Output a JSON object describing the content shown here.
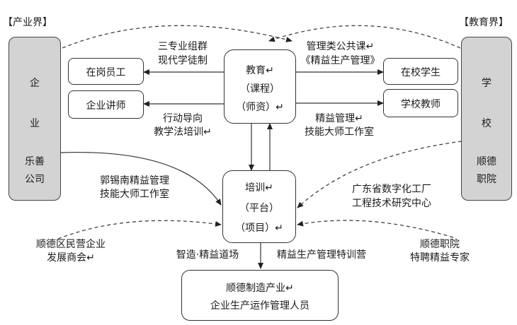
{
  "left_sector": {
    "label": "【产业界】",
    "org_line1": "企",
    "org_line2": "业",
    "org_line3": "乐善",
    "org_line4": "公司"
  },
  "right_sector": {
    "label": "【教育界】",
    "org_line1": "学",
    "org_line2": "校",
    "org_line3": "顺德",
    "org_line4": "职院"
  },
  "boxes": {
    "onjob_staff": "在岗员工",
    "enterprise_lecturer": "企业讲师",
    "school_students": "在校学生",
    "school_teachers": "学校教师",
    "education_line1": "教育↵",
    "education_line2": "（课程）",
    "education_line3": "（师资）↵",
    "training_line1": "培训↵",
    "training_line2": "（平台）",
    "training_line3": "（项目）↵",
    "industry_line1": "顺德制造产业↵",
    "industry_line2": "企业生产运作管理人员"
  },
  "labels": {
    "apprentice_line1": "三专业组群",
    "apprentice_line2": "现代学徒制",
    "public_course_line1": "管理类公共课↵",
    "public_course_line2": "《精益生产管理》",
    "action_line1": "行动导向",
    "action_line2": "教学法培训↵",
    "lean_master_line1": "精益管理↵",
    "lean_master_line2": "技能大师工作室",
    "guo_line1": "郭锡南精益管理",
    "guo_line2": "技能大师工作室",
    "gd_center_line1": "广东省数字化工厂",
    "gd_center_line2": "工程技术研究中心",
    "chamber_line1": "顺德区民营企业",
    "chamber_line2": "发展商会↵",
    "experts_line1": "顺德职院",
    "experts_line2": "特聘精益专家",
    "dojo": "智造·精益道场",
    "camp": "精益生产管理特训营"
  }
}
